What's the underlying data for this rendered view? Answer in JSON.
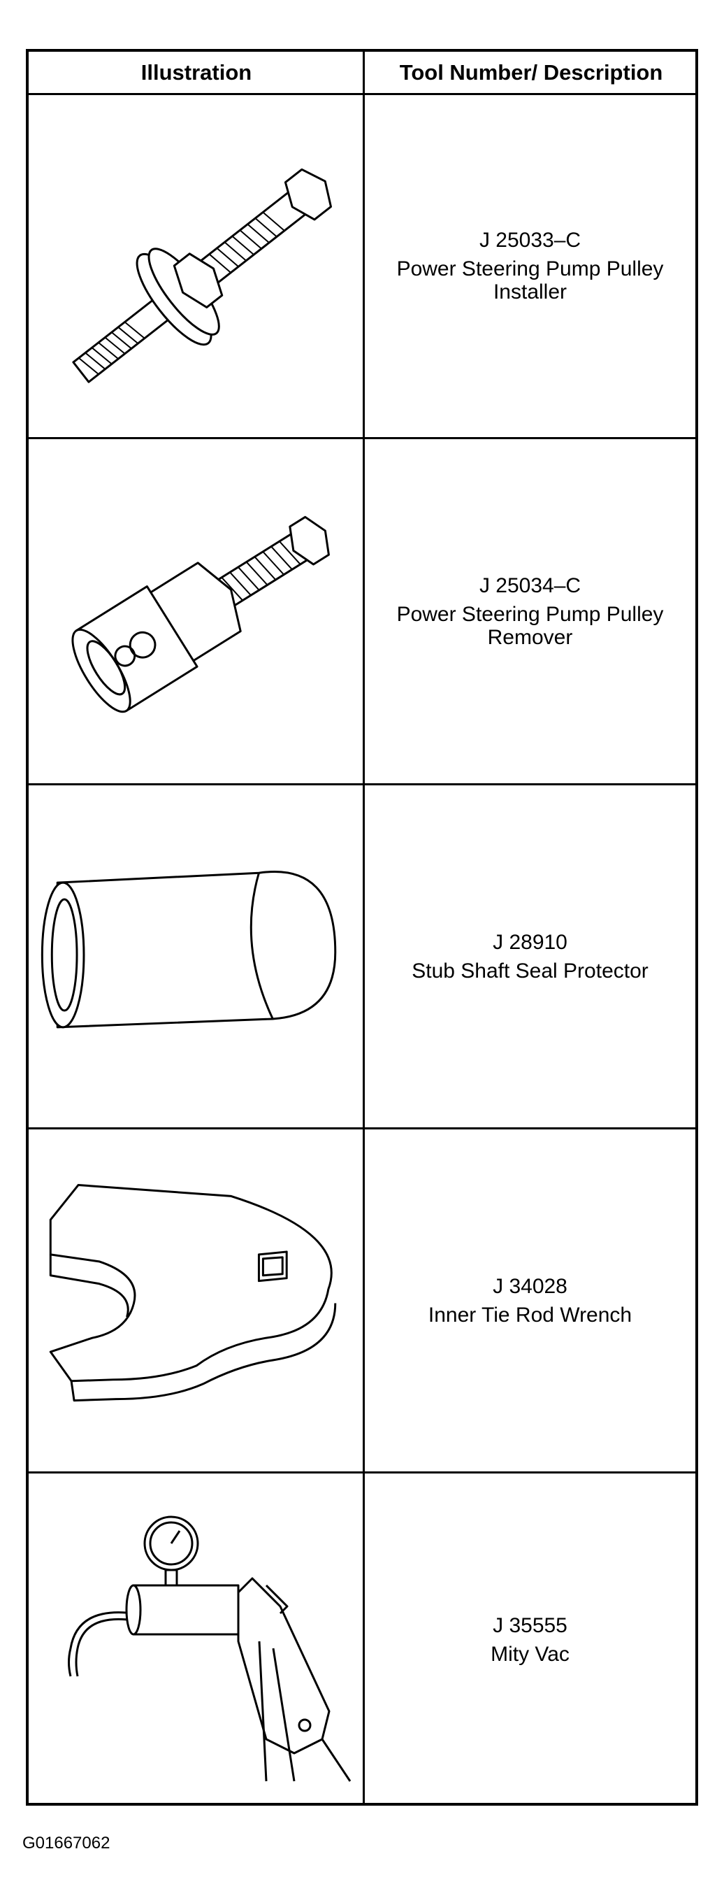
{
  "table": {
    "headers": {
      "illustration": "Illustration",
      "tool": "Tool Number/ Description"
    },
    "rows": [
      {
        "number": "J 25033–C",
        "description": "Power Steering Pump Pulley Installer",
        "icon": "pulley-installer-icon"
      },
      {
        "number": "J 25034–C",
        "description": "Power Steering Pump Pulley Remover",
        "icon": "pulley-remover-icon"
      },
      {
        "number": "J 28910",
        "description": "Stub Shaft Seal Protector",
        "icon": "seal-protector-icon"
      },
      {
        "number": "J 34028",
        "description": "Inner Tie Rod Wrench",
        "icon": "tie-rod-wrench-icon"
      },
      {
        "number": "J 35555",
        "description": "Mity Vac",
        "icon": "mity-vac-icon"
      }
    ]
  },
  "figure_id": "G01667062"
}
